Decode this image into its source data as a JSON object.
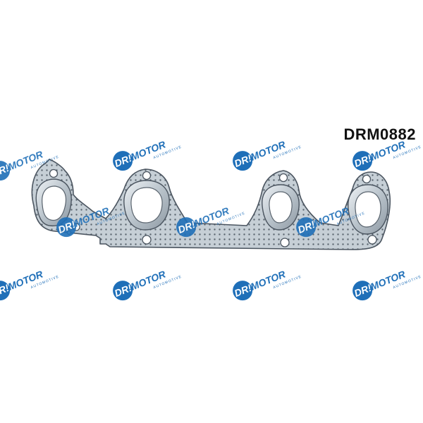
{
  "product": {
    "part_number": "DRM0882"
  },
  "watermark": {
    "brand": "DR!MOTOR",
    "tagline": "AUTOMOTIVE",
    "color": "#1f6fb8"
  },
  "gasket": {
    "port_count": 4,
    "surface_color": "#c3ccd3",
    "edge_color": "#4b5560",
    "perforation_color": "#5c6670"
  }
}
